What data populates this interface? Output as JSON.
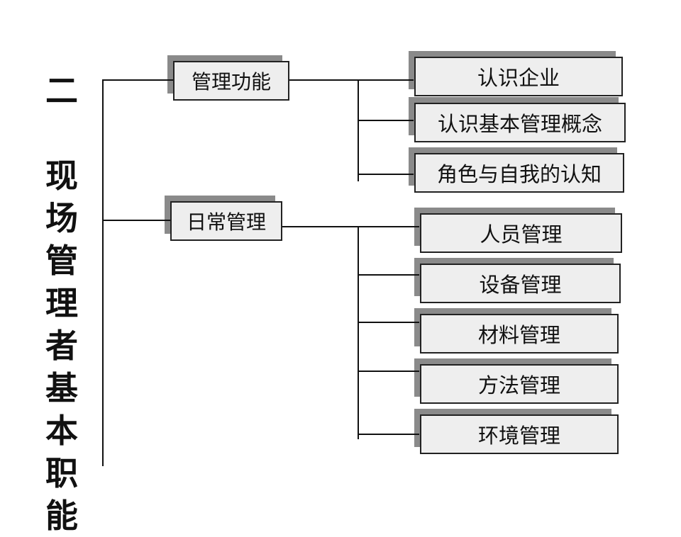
{
  "title": "二\n现场管理者基本职能",
  "branches": [
    {
      "label": "管理功能",
      "items": [
        "认识企业",
        "认识基本管理概念",
        "角色与自我的认知"
      ]
    },
    {
      "label": "日常管理",
      "items": [
        "人员管理",
        "设备管理",
        "材料管理",
        "方法管理",
        "环境管理"
      ]
    }
  ]
}
